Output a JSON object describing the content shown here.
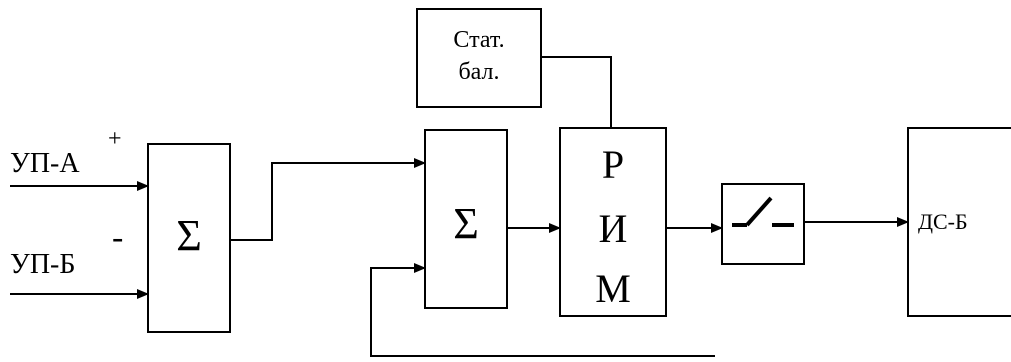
{
  "inputs": {
    "a_label": "УП-А",
    "a_sign": "+",
    "b_label": "УП-Б",
    "b_sign": "-"
  },
  "blocks": {
    "summator_1": "Σ",
    "summator_2": "Σ",
    "static_balance_line1": "Стат.",
    "static_balance_line2": "бал.",
    "rim_line1": "Р",
    "rim_line2": "И",
    "rim_line3": "М",
    "output": "ДС-Б"
  },
  "icons": {
    "switch": "switch-symbol"
  }
}
